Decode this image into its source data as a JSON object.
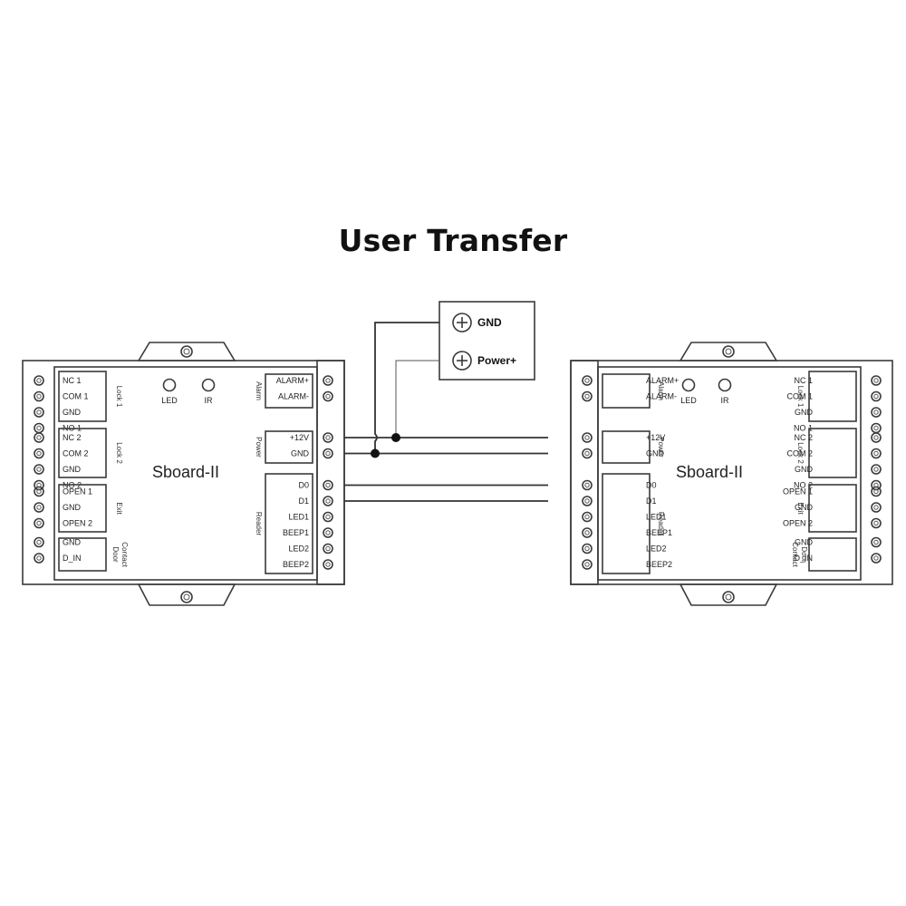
{
  "title": "User Transfer",
  "power_supply": {
    "terminals": [
      {
        "label": "GND",
        "icon": "plus-screw-icon"
      },
      {
        "label": "Power+",
        "icon": "plus-screw-icon"
      }
    ]
  },
  "boards": [
    {
      "name": "Sboard-II",
      "indicators": [
        "LED",
        "IR"
      ],
      "groups": {
        "lock1": {
          "title": "Lock 1",
          "pins": [
            "NC 1",
            "COM 1",
            "GND",
            "NO 1"
          ]
        },
        "lock2": {
          "title": "Lock 2",
          "pins": [
            "NC 2",
            "COM 2",
            "GND",
            "NO 2"
          ]
        },
        "exit": {
          "title": "Exit",
          "pins": [
            "OPEN 1",
            "GND",
            "OPEN 2"
          ]
        },
        "door": {
          "title": "Door Contact",
          "pins": [
            "GND",
            "D_IN"
          ]
        },
        "alarm": {
          "title": "Alarm",
          "pins": [
            "ALARM+",
            "ALARM-"
          ]
        },
        "power": {
          "title": "Power",
          "pins": [
            "+12V",
            "GND"
          ]
        },
        "reader": {
          "title": "Reader",
          "pins": [
            "D0",
            "D1",
            "LED1",
            "BEEP1",
            "LED2",
            "BEEP2"
          ]
        }
      }
    },
    {
      "name": "Sboard-II",
      "indicators": [
        "LED",
        "IR"
      ],
      "groups": {
        "lock1": {
          "title": "Lock 1",
          "pins": [
            "NC 1",
            "COM 1",
            "GND",
            "NO 1"
          ]
        },
        "lock2": {
          "title": "Lock 2",
          "pins": [
            "NC 2",
            "COM 2",
            "GND",
            "NO 2"
          ]
        },
        "exit": {
          "title": "Exit",
          "pins": [
            "OPEN 1",
            "GND",
            "OPEN 2"
          ]
        },
        "door": {
          "title": "Door Contact",
          "pins": [
            "GND",
            "D_IN"
          ]
        },
        "alarm": {
          "title": "Alarm",
          "pins": [
            "ALARM+",
            "ALARM-"
          ]
        },
        "power": {
          "title": "Power",
          "pins": [
            "+12V",
            "GND"
          ]
        },
        "reader": {
          "title": "Reader",
          "pins": [
            "D0",
            "D1",
            "LED1",
            "BEEP1",
            "LED2",
            "BEEP2"
          ]
        }
      }
    }
  ]
}
